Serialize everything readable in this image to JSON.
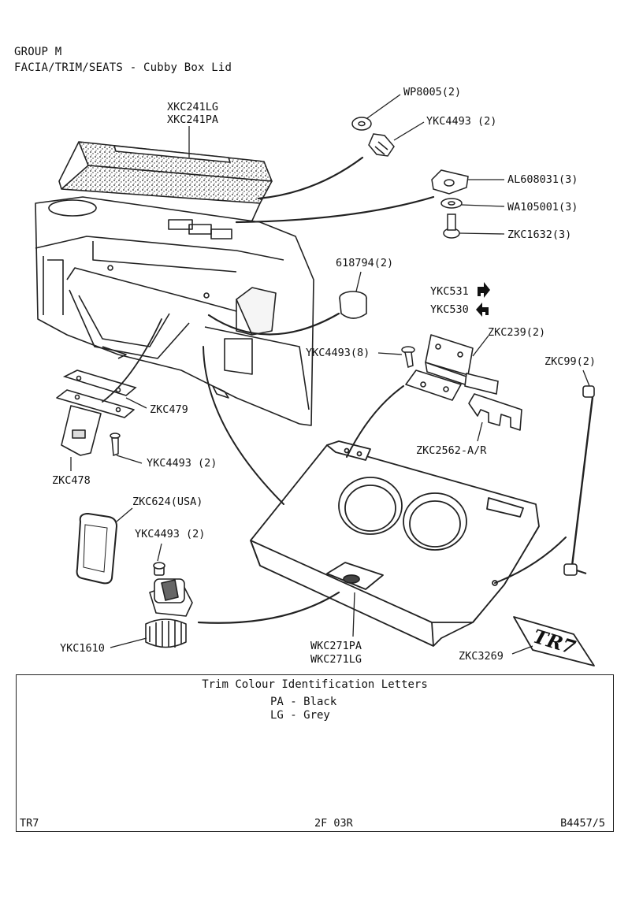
{
  "header": {
    "group": "GROUP M",
    "title": "FACIA/TRIM/SEATS - Cubby Box Lid"
  },
  "callouts": [
    {
      "id": "lid_lg",
      "text": "XKC241LG"
    },
    {
      "id": "lid_pa",
      "text": "XKC241PA"
    },
    {
      "id": "washer",
      "text": "WP8005(2)"
    },
    {
      "id": "screw_top",
      "text": "YKC4493 (2)"
    },
    {
      "id": "clip_nut",
      "text": "AL608031(3)"
    },
    {
      "id": "washer2",
      "text": "WA105001(3)"
    },
    {
      "id": "screw_clip",
      "text": "ZKC1632(3)"
    },
    {
      "id": "buffer",
      "text": "618794(2)"
    },
    {
      "id": "hinge_r",
      "text": "YKC531"
    },
    {
      "id": "hinge_l",
      "text": "YKC530"
    },
    {
      "id": "hinge_plate",
      "text": "ZKC239(2)"
    },
    {
      "id": "screws8",
      "text": "YKC4493(8)"
    },
    {
      "id": "stay",
      "text": "ZKC99(2)"
    },
    {
      "id": "plate",
      "text": "ZKC479"
    },
    {
      "id": "screw_catch",
      "text": "YKC4493 (2)"
    },
    {
      "id": "striker",
      "text": "ZKC478"
    },
    {
      "id": "bracket",
      "text": "ZKC2562-A/R"
    },
    {
      "id": "pad",
      "text": "ZKC624(USA)"
    },
    {
      "id": "screw_lock",
      "text": "YKC4493 (2)"
    },
    {
      "id": "lock",
      "text": "YKC1610"
    },
    {
      "id": "box_pa",
      "text": "WKC271PA"
    },
    {
      "id": "box_lg",
      "text": "WKC271LG"
    },
    {
      "id": "badge",
      "text": "ZKC3269"
    }
  ],
  "badge_text": "TR7",
  "legend": {
    "title": "Trim Colour Identification Letters",
    "entries": [
      "PA - Black",
      "LG - Grey"
    ]
  },
  "footer": {
    "model": "TR7",
    "code": "2F 03R",
    "ref": "B4457/5"
  }
}
